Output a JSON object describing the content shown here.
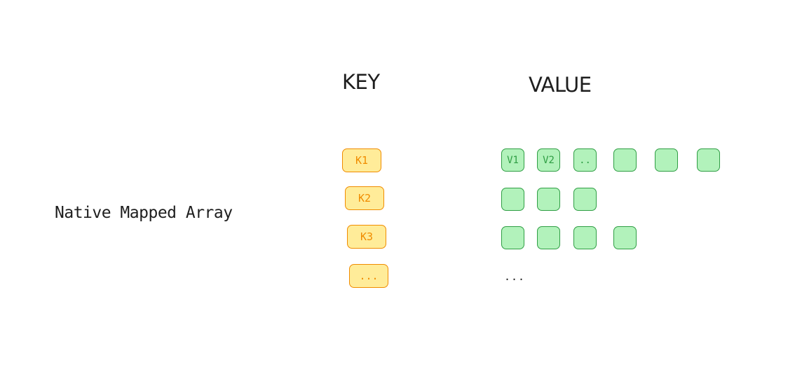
{
  "title": "Native Mapped Array",
  "headers": {
    "key": "KEY",
    "value": "VALUE"
  },
  "keys": [
    "K1",
    "K2",
    "K3",
    "..."
  ],
  "rows": [
    {
      "values": [
        "V1",
        "V2",
        "..",
        "",
        "",
        ""
      ]
    },
    {
      "values": [
        "",
        "",
        ""
      ]
    },
    {
      "values": [
        "",
        "",
        "",
        ""
      ]
    }
  ],
  "value_ellipsis": "...",
  "colors": {
    "key_fill": "#ffec99",
    "key_stroke": "#f08c00",
    "value_fill": "#b2f2bb",
    "value_stroke": "#2f9e44",
    "text": "#1e1e1e"
  }
}
